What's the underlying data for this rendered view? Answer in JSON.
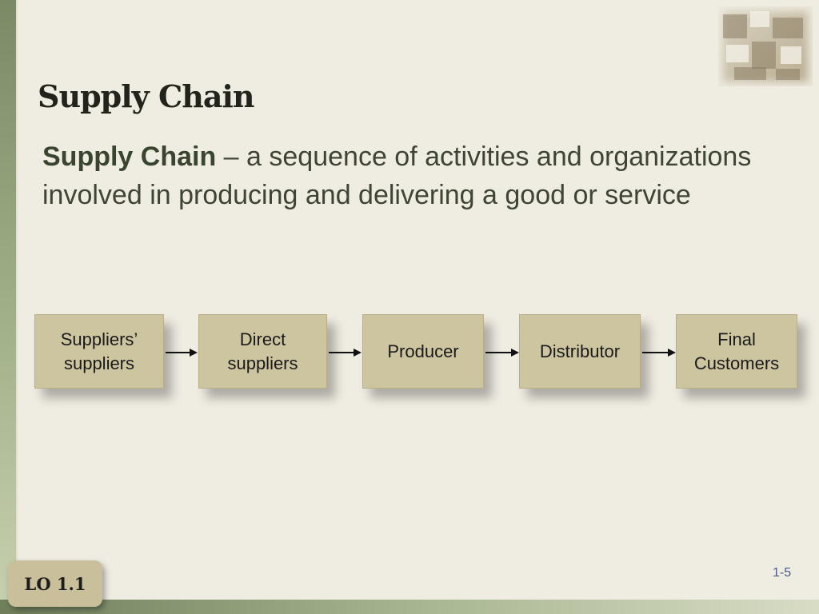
{
  "slide": {
    "title": "Supply Chain",
    "definition_term": "Supply Chain",
    "definition_text": " – a sequence of activities and organizations involved in producing and delivering a good or service",
    "lo_label": "LO 1.1",
    "slide_number": "1-5"
  },
  "flow": {
    "nodes": [
      {
        "label": "Suppliers’\nsuppliers"
      },
      {
        "label": "Direct\nsuppliers"
      },
      {
        "label": "Producer"
      },
      {
        "label": "Distributor"
      },
      {
        "label": "Final\nCustomers"
      }
    ]
  },
  "colors": {
    "background": "#efece2",
    "box_fill": "#cdc4a0",
    "accent_green": "#3a4530"
  }
}
